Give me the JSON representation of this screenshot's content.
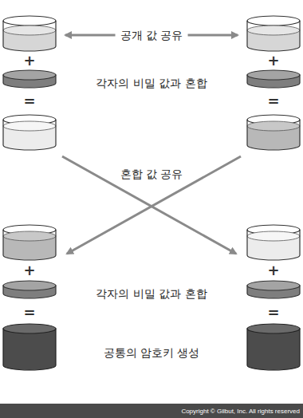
{
  "diagram": {
    "labels": [
      "공개 값 공유",
      "+",
      "+",
      "각자의 비밀 값과 혼합",
      "=",
      "=",
      "혼합 값 공유",
      "+",
      "+",
      "각자의 비밀 값과 혼합",
      "=",
      "=",
      "공통의 암호키 생성",
      "Copyright © Gilbut, Inc. All rights reserved"
    ]
  }
}
